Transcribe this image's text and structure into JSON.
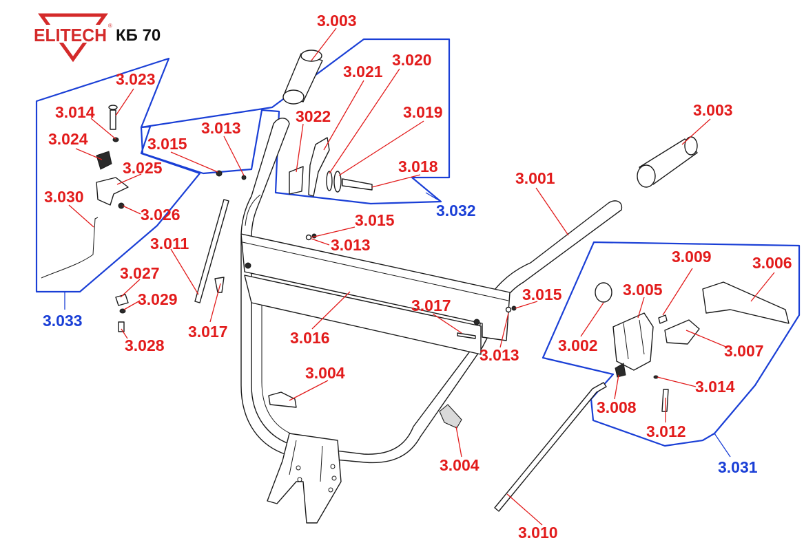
{
  "header": {
    "brand": "ELITECH",
    "registered": "®",
    "model": "КБ 70"
  },
  "colors": {
    "label_part": "#e21b1b",
    "label_group": "#1a3fd6",
    "brand": "#d42a2a"
  },
  "labels": [
    {
      "id": "l01",
      "text": "3.003"
    },
    {
      "id": "l02",
      "text": "3.023"
    },
    {
      "id": "l03",
      "text": "3.021"
    },
    {
      "id": "l04",
      "text": "3.020"
    },
    {
      "id": "l05",
      "text": "3.014"
    },
    {
      "id": "l06",
      "text": "3022"
    },
    {
      "id": "l07",
      "text": "3.019"
    },
    {
      "id": "l08",
      "text": "3.003"
    },
    {
      "id": "l09",
      "text": "3.024"
    },
    {
      "id": "l10",
      "text": "3.013"
    },
    {
      "id": "l11",
      "text": "3.015"
    },
    {
      "id": "l12",
      "text": "3.025"
    },
    {
      "id": "l13",
      "text": "3.018"
    },
    {
      "id": "l14",
      "text": "3.001"
    },
    {
      "id": "l15",
      "text": "3.030"
    },
    {
      "id": "l16",
      "text": "3.026"
    },
    {
      "id": "l17",
      "text": "3.015"
    },
    {
      "id": "l18",
      "text": "3.013"
    },
    {
      "id": "l19",
      "text": "3.011"
    },
    {
      "id": "l20",
      "text": "3.009"
    },
    {
      "id": "l21",
      "text": "3.006"
    },
    {
      "id": "l22",
      "text": "3.027"
    },
    {
      "id": "l23",
      "text": "3.029"
    },
    {
      "id": "l24",
      "text": "3.005"
    },
    {
      "id": "l25",
      "text": "3.015"
    },
    {
      "id": "l26",
      "text": "3.017"
    },
    {
      "id": "l27",
      "text": "3.017"
    },
    {
      "id": "l28",
      "text": "3.016"
    },
    {
      "id": "l29",
      "text": "3.028"
    },
    {
      "id": "l30",
      "text": "3.002"
    },
    {
      "id": "l31",
      "text": "3.007"
    },
    {
      "id": "l32",
      "text": "3.013"
    },
    {
      "id": "l33",
      "text": "3.004"
    },
    {
      "id": "l34",
      "text": "3.014"
    },
    {
      "id": "l35",
      "text": "3.008"
    },
    {
      "id": "l36",
      "text": "3.012"
    },
    {
      "id": "l37",
      "text": "3.004"
    },
    {
      "id": "l38",
      "text": "3.010"
    }
  ],
  "group_labels": [
    {
      "id": "g1",
      "text": "3.032"
    },
    {
      "id": "g2",
      "text": "3.033"
    },
    {
      "id": "g3",
      "text": "3.031"
    }
  ]
}
